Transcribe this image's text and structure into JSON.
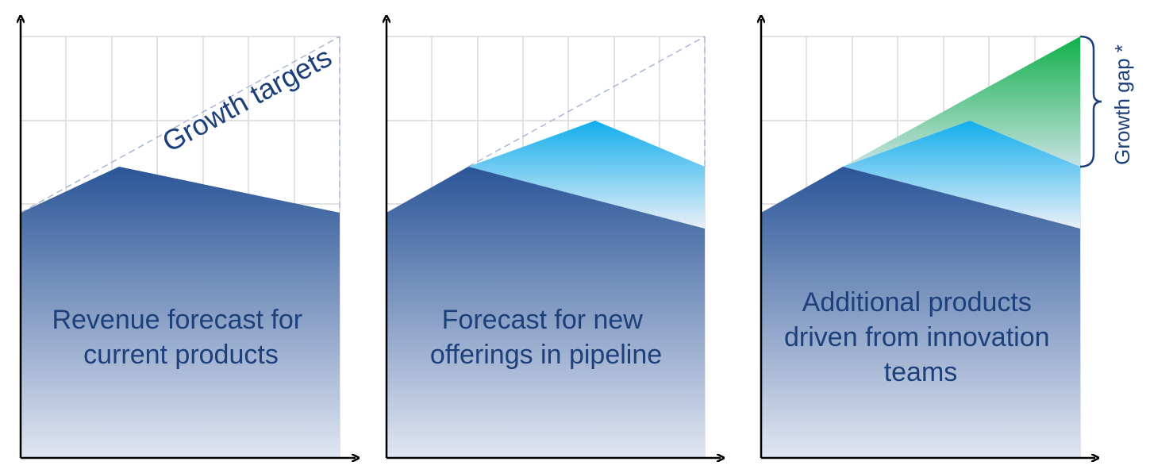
{
  "panels": [
    {
      "label_lines": [
        "Revenue forecast for",
        "current products"
      ]
    },
    {
      "label_lines": [
        "Forecast for new",
        "offerings in pipeline"
      ]
    },
    {
      "label_lines": [
        "Additional products",
        "driven from innovation",
        "teams"
      ]
    }
  ],
  "annotations": {
    "growth_targets": "Growth targets",
    "growth_gap": "Growth gap *"
  },
  "colors": {
    "navy": "#1d3f7a",
    "current_top": "#2a5597",
    "current_bottom": "#e1e6f2",
    "pipeline_top": "#11adec",
    "pipeline_bottom": "#eaf0f8",
    "innovation_top": "#10b04a",
    "innovation_bottom": "#c5dfe0",
    "grid": "#d9d9d9",
    "target_line": "#a9b7d4"
  }
}
